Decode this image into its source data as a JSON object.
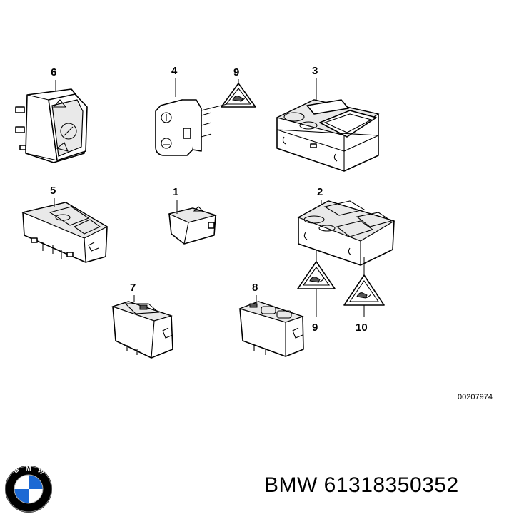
{
  "callouts": {
    "c6": "6",
    "c4": "4",
    "c9_top": "9",
    "c3": "3",
    "c5": "5",
    "c1": "1",
    "c2": "2",
    "c7": "7",
    "c8": "8",
    "c9_bottom": "9",
    "c10": "10"
  },
  "diagram_code": "00207974",
  "part_number": "BMW 61318350352",
  "logo": {
    "letters": "BMW",
    "colors": {
      "blue": "#1c69d4",
      "ring": "#000000"
    }
  }
}
